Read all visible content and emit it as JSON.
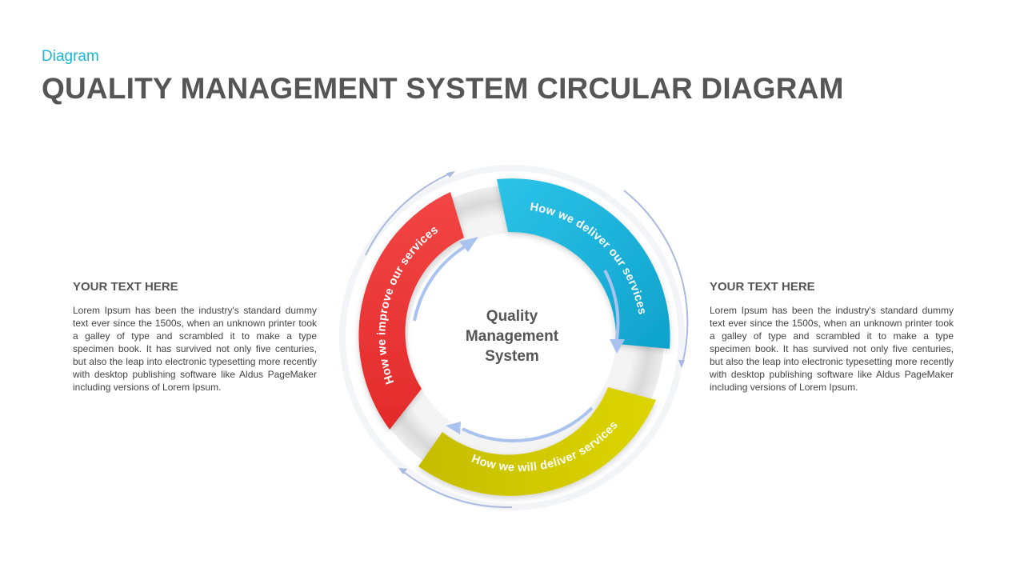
{
  "header": {
    "subtitle": "Diagram",
    "title": "QUALITY MANAGEMENT SYSTEM CIRCULAR DIAGRAM"
  },
  "left_block": {
    "heading": "YOUR TEXT HERE",
    "body": "Lorem Ipsum has been the industry's standard dummy text ever since the 1500s, when an unknown printer took a galley of type and scrambled it to make a type specimen book. It has survived not only five centuries, but also the leap into electronic typesetting more recently with desktop publishing software like Aldus PageMaker including versions of Lorem Ipsum."
  },
  "right_block": {
    "heading": "YOUR TEXT HERE",
    "body": "Lorem Ipsum has been the industry's standard dummy text ever since the 1500s, when an unknown printer took a galley of type and scrambled it to make a type specimen book. It has survived not only five centuries, but also the leap into electronic typesetting more recently with desktop publishing software like Aldus PageMaker including versions of Lorem Ipsum."
  },
  "diagram": {
    "center_label": [
      "Quality",
      "Management",
      "System"
    ],
    "segments": [
      {
        "label": "How we deliver our services",
        "color": "#1fb6dc",
        "color_dark": "#0ea2cc"
      },
      {
        "label": "How we will deliver services",
        "color": "#d4cc00",
        "color_dark": "#c7bf00"
      },
      {
        "label": "How we improve our services",
        "color": "#ef3b3b",
        "color_dark": "#e02a2a"
      }
    ]
  }
}
